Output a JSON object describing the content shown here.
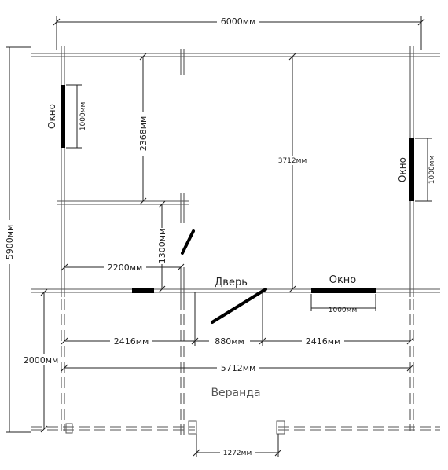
{
  "dimensions": {
    "total_width": "6000мм",
    "total_depth": "5900мм",
    "left_room_depth": "2368мм",
    "right_room_depth": "3712мм",
    "left_window_width": "1000мм",
    "right_window_width": "1000мм",
    "bottom_window_width": "1000мм",
    "small_room_depth": "1300мм",
    "small_room_width": "2200мм",
    "left_span": "2416мм",
    "door_span": "880мм",
    "right_span": "2416мм",
    "inner_width": "5712мм",
    "veranda_depth": "2000мм",
    "veranda_opening": "1272мм"
  },
  "labels": {
    "window_left": "Окно",
    "window_right": "Окно",
    "window_bottom": "Окно",
    "door": "Дверь",
    "veranda": "Веранда"
  },
  "colors": {
    "lines": "#555555",
    "text": "#222222",
    "windows": "#000000"
  }
}
